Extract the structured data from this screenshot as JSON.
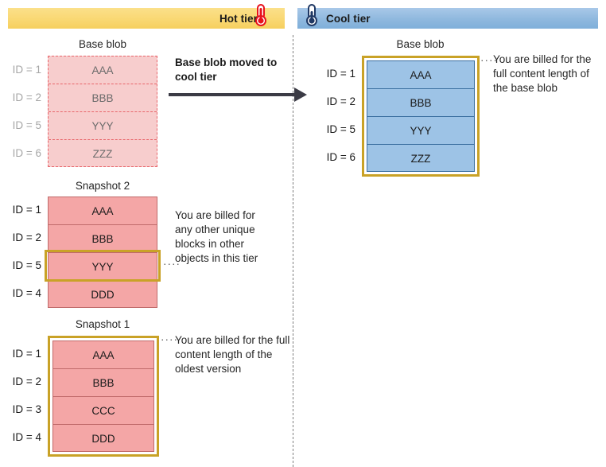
{
  "tiers": {
    "hot": {
      "label": "Hot tier",
      "icon": "thermometer-hot-icon",
      "color": "#f9d873"
    },
    "cool": {
      "label": "Cool tier",
      "icon": "thermometer-cool-icon",
      "color": "#8fb8de"
    }
  },
  "transition": {
    "caption": "Base blob moved to cool tier",
    "arrow": "right-arrow-icon"
  },
  "hot_tier": {
    "base_blob": {
      "title": "Base blob",
      "style": "faded-dashed",
      "rows": [
        {
          "id": "ID = 1",
          "value": "AAA"
        },
        {
          "id": "ID = 2",
          "value": "BBB"
        },
        {
          "id": "ID = 5",
          "value": "YYY"
        },
        {
          "id": "ID = 6",
          "value": "ZZZ"
        }
      ]
    },
    "snapshot_2": {
      "title": "Snapshot 2",
      "style": "solid-pink",
      "rows": [
        {
          "id": "ID = 1",
          "value": "AAA",
          "highlighted": false
        },
        {
          "id": "ID = 2",
          "value": "BBB",
          "highlighted": false
        },
        {
          "id": "ID = 5",
          "value": "YYY",
          "highlighted": true
        },
        {
          "id": "ID = 4",
          "value": "DDD",
          "highlighted": false
        }
      ],
      "note": "You are billed for any other unique blocks in other objects in this tier"
    },
    "snapshot_1": {
      "title": "Snapshot 1",
      "style": "solid-pink",
      "highlighted_whole_block": true,
      "rows": [
        {
          "id": "ID = 1",
          "value": "AAA"
        },
        {
          "id": "ID = 2",
          "value": "BBB"
        },
        {
          "id": "ID = 3",
          "value": "CCC"
        },
        {
          "id": "ID = 4",
          "value": "DDD"
        }
      ],
      "note": "You are billed for the full content length of the oldest version"
    }
  },
  "cool_tier": {
    "base_blob": {
      "title": "Base blob",
      "style": "solid-blue",
      "highlighted_whole_block": true,
      "rows": [
        {
          "id": "ID = 1",
          "value": "AAA"
        },
        {
          "id": "ID = 2",
          "value": "BBB"
        },
        {
          "id": "ID = 5",
          "value": "YYY"
        },
        {
          "id": "ID = 6",
          "value": "ZZZ"
        }
      ],
      "note": "You are billed for the full content length of the base blob"
    }
  },
  "colors": {
    "hot_bar": "#f9d873",
    "cool_bar": "#8fb8de",
    "pink_fill": "#f4a6a6",
    "pink_faded_fill": "#f7cdcd",
    "blue_fill": "#9dc3e6",
    "gold_highlight": "#c9a227",
    "dashed_red": "#e8666b"
  },
  "leader_dots": "····"
}
